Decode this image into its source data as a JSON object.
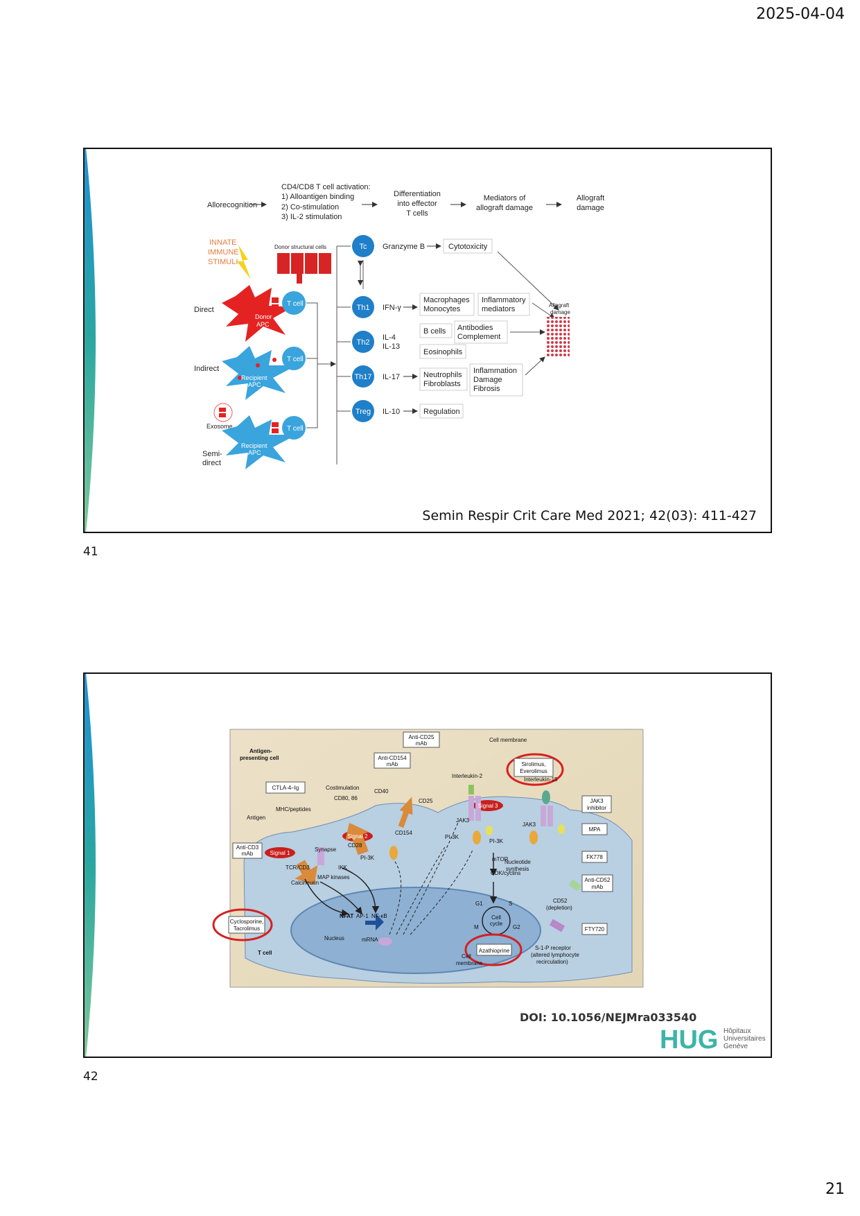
{
  "page": {
    "date": "2025-04-04",
    "number": "21"
  },
  "slide41": {
    "number": "41",
    "citation": "Semin Respir Crit Care Med 2021; 42(03): 411-427",
    "flow": {
      "allorecognition": "Allorecognition",
      "activation_title": "CD4/CD8 T cell activation:",
      "activation_1": "1) Alloantigen binding",
      "activation_2": "2) Co-stimulation",
      "activation_3": "3) IL-2 stimulation",
      "diff_1": "Differentiation",
      "diff_2": "into effector",
      "diff_3": "T cells",
      "mediators_1": "Mediators of",
      "mediators_2": "allograft damage",
      "damage_1": "Allograft",
      "damage_2": "damage"
    },
    "innate_1": "INNATE",
    "innate_2": "IMMUNE",
    "innate_3": "STIMULI",
    "donor_structural": "Donor structural cells",
    "direct": "Direct",
    "indirect": "Indirect",
    "exosome": "Exosome",
    "semidirect_1": "Semi-",
    "semidirect_2": "direct",
    "tcell": "T cell",
    "donor_apc_1": "Donor",
    "donor_apc_2": "APC",
    "recipient_apc_1": "Recipient",
    "recipient_apc_2": "APC",
    "tc": "Tc",
    "th1": "Th1",
    "th2": "Th2",
    "th17": "Th17",
    "treg": "Treg",
    "granzyme": "Granzyme B",
    "cytotoxicity": "Cytotoxicity",
    "ifn": "IFN-γ",
    "macrophages": "Macrophages",
    "monocytes": "Monocytes",
    "inflammatory": "Inflammatory",
    "mediators": "mediators",
    "il4": "IL-4",
    "il13": "IL-13",
    "bcells": "B cells",
    "antibodies": "Antibodies",
    "complement": "Complement",
    "eosinophils": "Eosinophils",
    "il17": "IL-17",
    "neutrophils": "Neutrophils",
    "fibroblasts": "Fibroblasts",
    "inflammation": "Inflammation",
    "damage": "Damage",
    "fibrosis": "Fibrosis",
    "il10": "IL-10",
    "regulation": "Regulation",
    "allograft_1": "Allograft",
    "allograft_2": "damage"
  },
  "slide42": {
    "number": "42",
    "citation": "DOI: 10.1056/NEJMra033540",
    "logo_text": "HUG",
    "logo_1": "Hôpitaux",
    "logo_2": "Universitaires",
    "logo_3": "Genève",
    "apc_1": "Antigen-",
    "apc_2": "presenting cell",
    "anti_cd25_1": "Anti-CD25",
    "anti_cd25_2": "mAb",
    "cell_membrane": "Cell membrane",
    "anti_cd154_1": "Anti-CD154",
    "anti_cd154_2": "mAb",
    "sirolimus_1": "Sirolimus,",
    "sirolimus_2": "Everolimus",
    "interleukin2": "Interleukin-2",
    "interleukin15": "Interleukin-15",
    "ctla4": "CTLA-4–Ig",
    "costimulation": "Costimulation",
    "cd40": "CD40",
    "cd80": "CD80, 86",
    "cd25": "CD25",
    "signal3": "Signal 3",
    "jak3_inhibitor_1": "JAK3",
    "jak3_inhibitor_2": "inhibitor",
    "mhc": "MHC/peptides",
    "antigen": "Antigen",
    "signal2": "Signal 2",
    "jak3a": "JAK3",
    "jak3b": "JAK3",
    "mpa": "MPA",
    "signal1": "Signal 1",
    "cd28": "CD28",
    "cd154": "CD154",
    "pi3k_a": "PI-3K",
    "pi3k_b": "PI-3K",
    "pi3k_c": "PI-3K",
    "synapse": "Synapse",
    "anti_cd3_1": "Anti-CD3",
    "anti_cd3_2": "mAb",
    "tcr": "TCR/CD3",
    "ikk": "IKK",
    "mtor": "mTOR",
    "nucleotide_1": "Nucleotide",
    "nucleotide_2": "synthesis",
    "fk778": "FK778",
    "cdk": "CDK/cyclins",
    "map": "MAP kinases",
    "calcineurin": "Calcineurin",
    "g1": "G1",
    "s": "S",
    "m": "M",
    "g2": "G2",
    "cellcycle_1": "Cell",
    "cellcycle_2": "cycle",
    "anti_cd52_1": "Anti-CD52",
    "anti_cd52_2": "mAb",
    "cyclosporine_1": "Cyclosporine,",
    "cyclosporine_2": "Tacrolimus",
    "nfat": "NFAT",
    "ap1": "AP-1",
    "nfkb": "NF-κB",
    "cd52_1": "CD52",
    "cd52_2": "(depletion)",
    "azathioprine": "Azathioprine",
    "nucleus": "Nucleus",
    "mrna": "mRNA",
    "tcell": "T cell",
    "fty720": "FTY720",
    "s1p_1": "S-1-P receptor",
    "s1p_2": "(altered lymphocyte",
    "s1p_3": "recirculation)",
    "cellmem_1": "Cell",
    "cellmem_2": "membrane"
  },
  "colors": {
    "accent_teal": "#2aa7a0",
    "accent_blue": "#1f8fd6",
    "cell_blue": "#3aa4dd",
    "donor_red": "#e52222",
    "innate_orange": "#e87a3a",
    "highlight_red": "#d62020",
    "hug_teal": "#3bb5a8",
    "hug_blue": "#1e6fb8"
  }
}
